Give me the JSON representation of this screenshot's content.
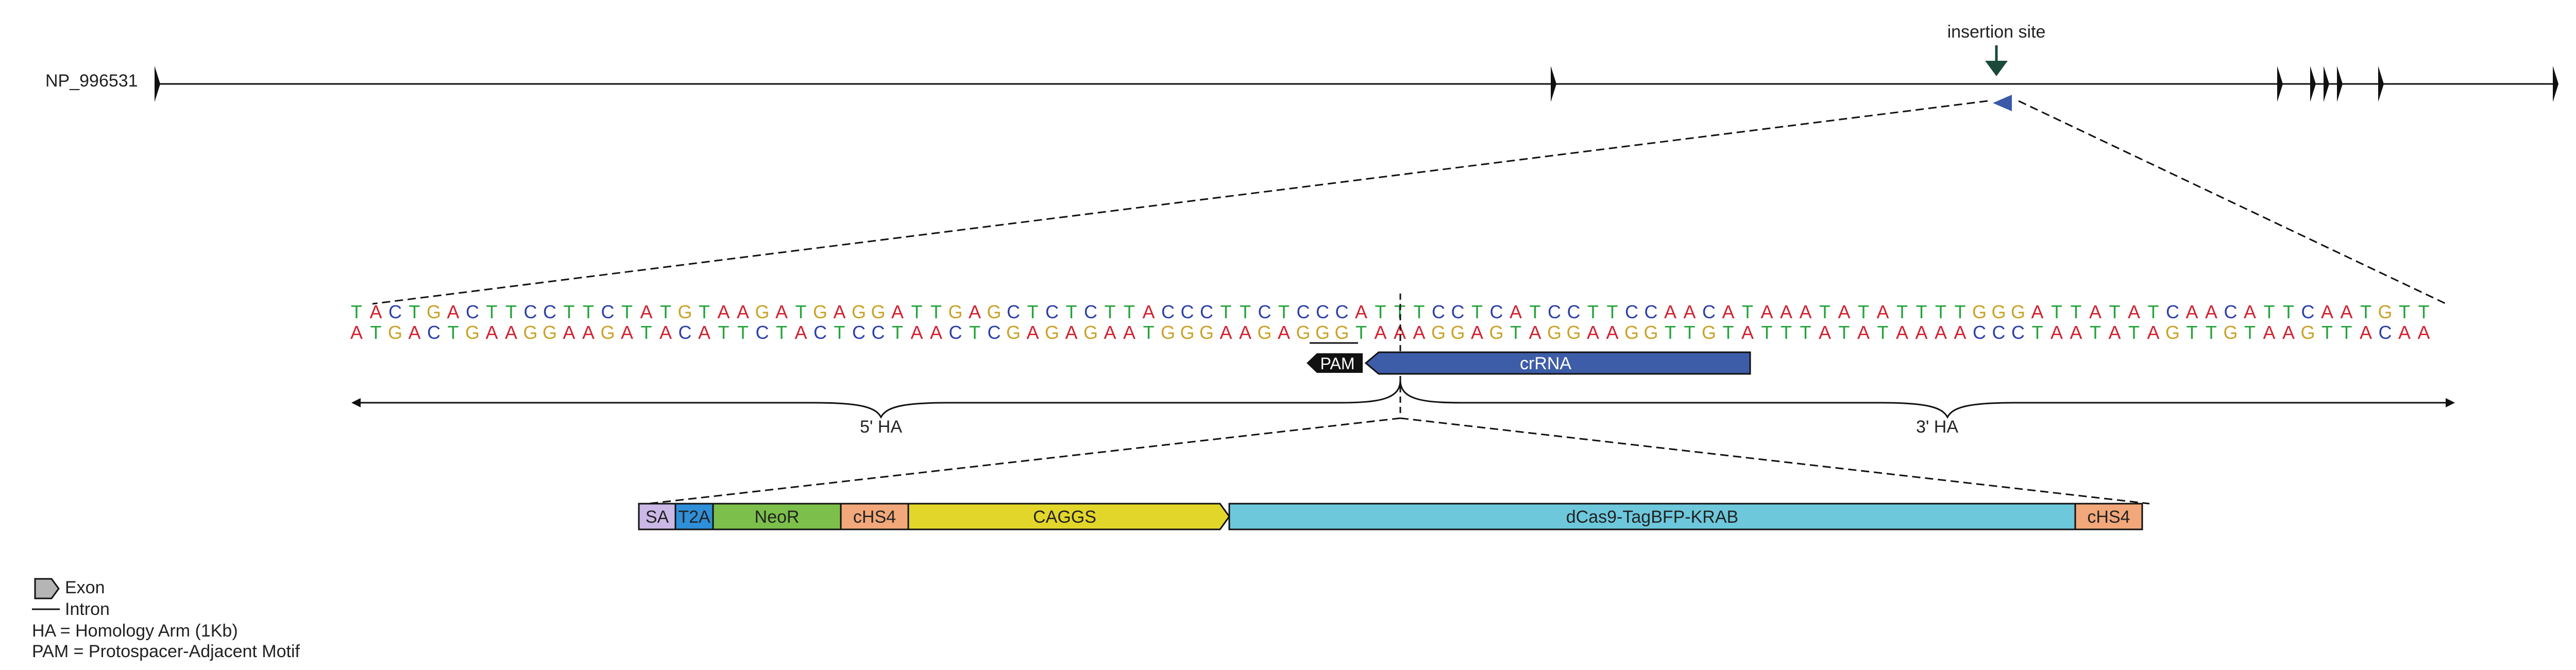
{
  "gene": {
    "name": "NP_996531",
    "insertion_label": "insertion site"
  },
  "sequence": {
    "top_strand": "TACTGACTTCCTTCTATGTAAGATGAGGATTGAGCTCTCTTACCCTTCTCCCATTTCCTCATCCTTCCAACATAAATATATTTTGGGATTATATCAACATTCAATGTT",
    "bottom_strand": "ATGACTGAAGGAAGATACATTCTACTCCTAACTCGAGAGAATGGGAAGAGGGTAAAGGAGTAGGAAGGTTGTATTTATATAAAACCCTAATATAGTTGTAAGTTACAA",
    "base_colors": {
      "A": "#d0202e",
      "T": "#23a33a",
      "G": "#c9a227",
      "C": "#2c3fa8"
    }
  },
  "guide": {
    "pam_label": "PAM",
    "crrna_label": "crRNA"
  },
  "homology_arms": {
    "left_label": "5' HA",
    "right_label": "3' HA"
  },
  "cassette": [
    {
      "label": "SA",
      "color": "#cbb8e6",
      "shape": "box"
    },
    {
      "label": "T2A",
      "color": "#2f8fd8",
      "shape": "box"
    },
    {
      "label": "NeoR",
      "color": "#7cc04b",
      "shape": "box"
    },
    {
      "label": "cHS4",
      "color": "#f2a87a",
      "shape": "box"
    },
    {
      "label": "CAGGS",
      "color": "#e3d62a",
      "shape": "arrow"
    },
    {
      "label": "dCas9-TagBFP-KRAB",
      "color": "#6dc8dc",
      "shape": "box"
    },
    {
      "label": "cHS4",
      "color": "#f2a87a",
      "shape": "box"
    }
  ],
  "legend": {
    "exon": "Exon",
    "intron": "Intron",
    "ha_def": "HA = Homology Arm (1Kb)",
    "pam_def": "PAM = Protospacer-Adjacent Motif"
  },
  "colors": {
    "line": "#111111",
    "insertion_arrow": "#1c4a3a",
    "insertion_marker": "#3a5aa8",
    "crrna": "#3e5da8",
    "pam": "#111111"
  }
}
